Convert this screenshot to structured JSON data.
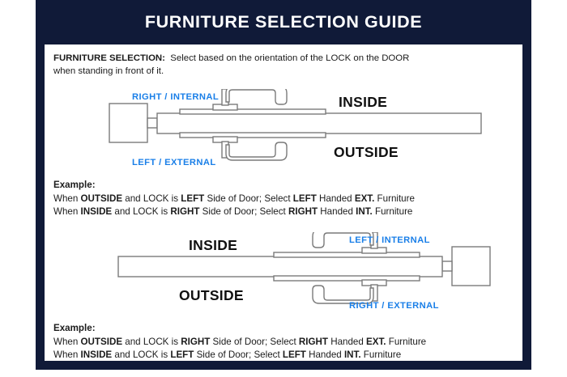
{
  "header": {
    "title": "FURNITURE SELECTION GUIDE"
  },
  "intro": {
    "lead": "FURNITURE SELECTION:",
    "text_line1": "Select based on the orientation of the LOCK on the DOOR",
    "text_line2": "when standing in front of it."
  },
  "diagram_top": {
    "label_top_left": "RIGHT / INTERNAL",
    "label_bottom_left": "LEFT / EXTERNAL",
    "label_inside": "INSIDE",
    "label_outside": "OUTSIDE"
  },
  "example_top": {
    "heading": "Example:",
    "line1": {
      "a": "When ",
      "b1": "OUTSIDE",
      "c": " and LOCK is ",
      "b2": "LEFT",
      "d": " Side of Door;   Select ",
      "b3": "LEFT",
      "e": " Handed ",
      "b4": "EXT.",
      "f": " Furniture"
    },
    "line2": {
      "a": "When ",
      "b1": "INSIDE",
      "c": " and LOCK is ",
      "b2": "RIGHT",
      "d": " Side of Door;  Select ",
      "b3": "RIGHT",
      "e": " Handed ",
      "b4": "INT.",
      "f": " Furniture"
    }
  },
  "diagram_bottom": {
    "label_top_right": "LEFT / INTERNAL",
    "label_bottom_right": "RIGHT / EXTERNAL",
    "label_inside": "INSIDE",
    "label_outside": "OUTSIDE"
  },
  "example_bottom": {
    "heading": "Example:",
    "line1": {
      "a": "When ",
      "b1": "OUTSIDE",
      "c": " and LOCK is ",
      "b2": "RIGHT",
      "d": " Side of Door;   Select ",
      "b3": "RIGHT",
      "e": " Handed ",
      "b4": "EXT.",
      "f": " Furniture"
    },
    "line2": {
      "a": "When ",
      "b1": "INSIDE",
      "c": " and LOCK is ",
      "b2": "LEFT",
      "d": " Side of Door;  Select ",
      "b3": "LEFT",
      "e": " Handed ",
      "b4": "INT.",
      "f": " Furniture"
    }
  },
  "colors": {
    "frame_navy": "#101a38",
    "accent_blue": "#1a7fe8",
    "line_gray": "#7a7a7a",
    "text_black": "#1b1b1b",
    "panel_white": "#ffffff"
  }
}
